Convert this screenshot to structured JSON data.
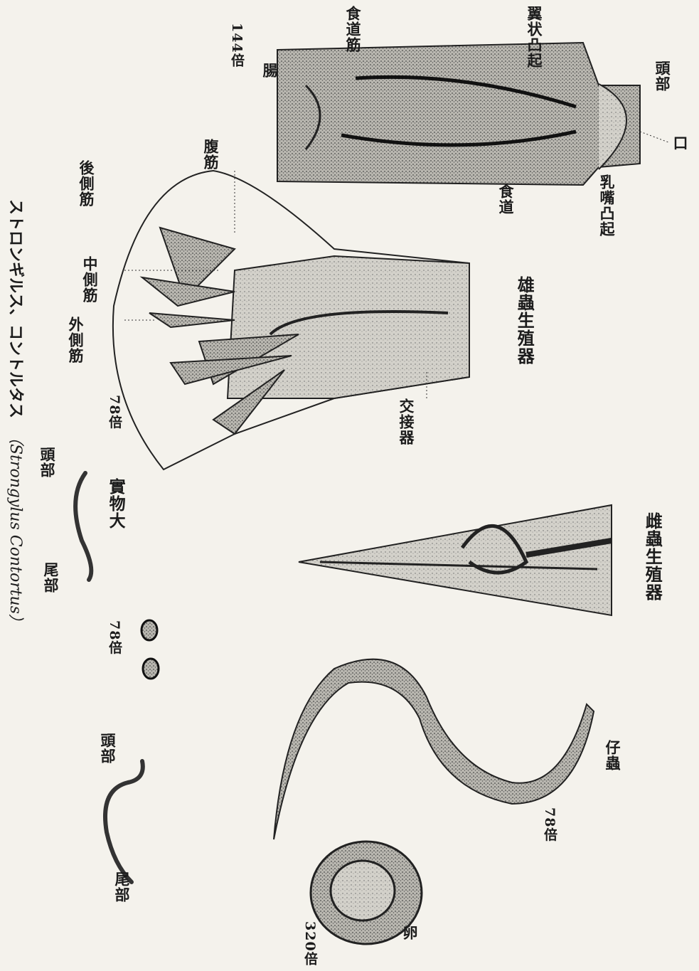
{
  "plate": {
    "caption_kana": "ストロンギルス、コントルタス",
    "caption_latin": "（Strongylus Contortus）"
  },
  "head_figure": {
    "magnification": "144倍",
    "labels": {
      "head": "頭部",
      "mouth": "口",
      "papilla": "乳嘴凸起",
      "esophagus": "食道",
      "esophagus_muscle": "食道筋",
      "wing_process": "翼状凸起",
      "intestine": "腸"
    }
  },
  "male_figure": {
    "title": "雄蟲生殖器",
    "magnification": "78倍",
    "labels": {
      "ventral_rib": "腹筋",
      "posterior_lateral_rib": "後側筋",
      "middle_lateral_rib": "中側筋",
      "external_lateral_rib": "外側筋",
      "spicule": "交接器"
    }
  },
  "actual_size": {
    "title": "實物大",
    "head": "頭部",
    "tail": "尾部"
  },
  "female_figure": {
    "title": "雌蟲生殖器"
  },
  "egg_pair": {
    "magnification": "78倍"
  },
  "larva": {
    "title": "仔蟲",
    "magnification": "78倍"
  },
  "actual_size_2": {
    "head": "頭部",
    "tail": "尾部"
  },
  "egg": {
    "title": "卵",
    "magnification": "320倍"
  },
  "colors": {
    "ink": "#1c1c1c",
    "paper": "#f4f2ec",
    "stipple": "#5a5a5a"
  }
}
